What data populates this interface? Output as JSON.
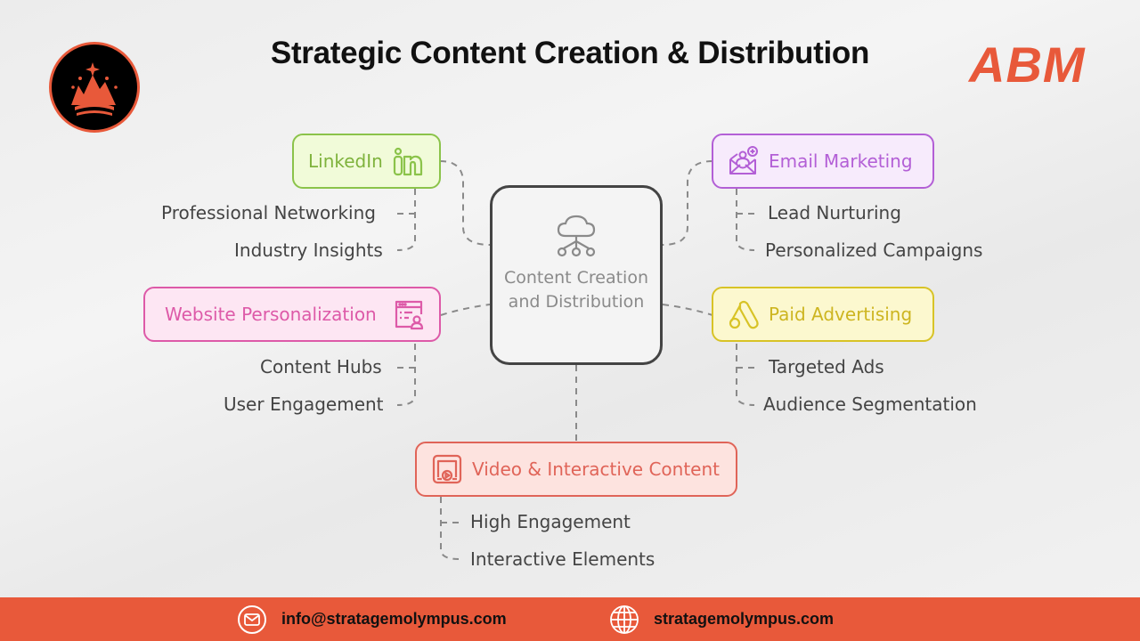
{
  "header": {
    "title": "Strategic Content Creation & Distribution",
    "badge": "ABM",
    "logo": "crown-mountain-logo"
  },
  "center": {
    "icon": "cloud-network-icon",
    "label": "Content Creation and Distribution"
  },
  "branches": {
    "linkedin": {
      "label": "LinkedIn",
      "icon": "linkedin-icon",
      "color": "#8bc34a",
      "bg": "#f1fbd9",
      "items": [
        "Professional Networking",
        "Industry Insights"
      ]
    },
    "email": {
      "label": "Email Marketing",
      "icon": "email-user-plus-icon",
      "color": "#b35fd6",
      "bg": "#f7ebfc",
      "items": [
        "Lead Nurturing",
        "Personalized Campaigns"
      ]
    },
    "website": {
      "label": "Website Personalization",
      "icon": "browser-user-icon",
      "color": "#dd5aa8",
      "bg": "#fde6f3",
      "items": [
        "Content Hubs",
        "User Engagement"
      ]
    },
    "paid": {
      "label": "Paid Advertising",
      "icon": "google-ads-icon",
      "color": "#d8c326",
      "bg": "#fcf8cf",
      "items": [
        "Targeted Ads",
        "Audience Segmentation"
      ]
    },
    "video": {
      "label": "Video & Interactive Content",
      "icon": "video-play-icon",
      "color": "#e06458",
      "bg": "#fde3df",
      "items": [
        "High Engagement",
        "Interactive Elements"
      ]
    }
  },
  "footer": {
    "email": "info@stratagemolympus.com",
    "website": "stratagemolympus.com",
    "color": "#e8593a"
  }
}
